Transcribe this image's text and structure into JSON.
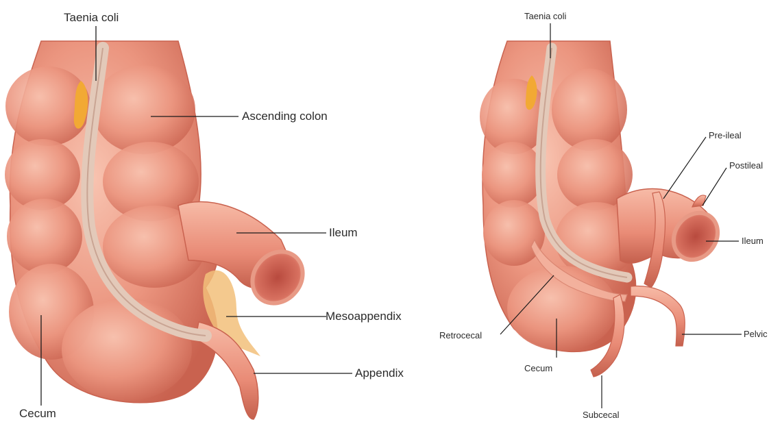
{
  "left_panel": {
    "labels": {
      "taenia_coli": "Taenia coli",
      "ascending_colon": "Ascending colon",
      "ileum": "Ileum",
      "mesoappendix": "Mesoappendix",
      "appendix": "Appendix",
      "cecum": "Cecum"
    }
  },
  "right_panel": {
    "labels": {
      "taenia_coli": "Taenia coli",
      "pre_ileal": "Pre-ileal",
      "postileal": "Postileal",
      "ileum": "Ileum",
      "retrocecal": "Retrocecal",
      "pelvic": "Pelvic",
      "cecum": "Cecum",
      "subcecal": "Subcecal"
    }
  },
  "colors": {
    "tissue": "#e9907c",
    "tissue_light": "#f6b9a6",
    "tissue_dark": "#c8624f",
    "taenia": "#dcc0b0",
    "fat": "#f2a934",
    "leader_line": "#1a1a1a",
    "background": "#ffffff"
  }
}
